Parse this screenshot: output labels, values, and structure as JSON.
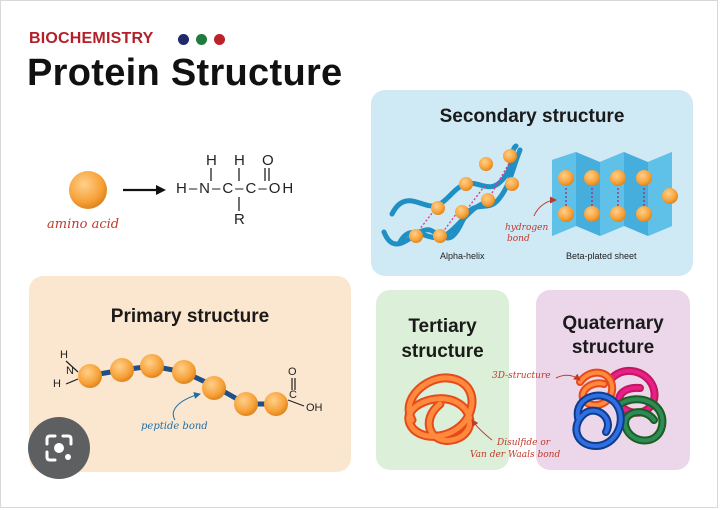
{
  "header": {
    "kicker": "BIOCHEMISTRY",
    "title": "Protein Structure",
    "dot_colors": [
      "#1f2a6b",
      "#1e7b3c",
      "#c0202a"
    ]
  },
  "amino_acid": {
    "label": "amino acid",
    "formula": {
      "top_h1": "H",
      "top_h2": "H",
      "top_o": "O",
      "chain": "H–N–C–C–OH",
      "bottom_r": "R"
    }
  },
  "secondary": {
    "title": "Secondary structure",
    "alpha_label": "Alpha-helix",
    "beta_label": "Beta-plated sheet",
    "note_line1": "hydrogen",
    "note_line2": "bond"
  },
  "primary": {
    "title": "Primary structure",
    "h_top": "H",
    "n_label": "N",
    "h_bottom": "H",
    "o_label": "O",
    "c_label": "C",
    "oh_label": "OH",
    "note": "peptide bond"
  },
  "tertiary": {
    "title_line1": "Tertiary",
    "title_line2": "structure"
  },
  "quaternary": {
    "title_line1": "Quaternary",
    "title_line2": "structure"
  },
  "annotations": {
    "three_d": "3D-structure",
    "bond_line1": "Disulfide or",
    "bond_line2": "Van der Waals bond"
  },
  "colors": {
    "bead": "#f7a23a",
    "helix": "#1f8fc4",
    "annotation": "#c0392b"
  },
  "icons": {
    "lens": "lens-icon"
  }
}
